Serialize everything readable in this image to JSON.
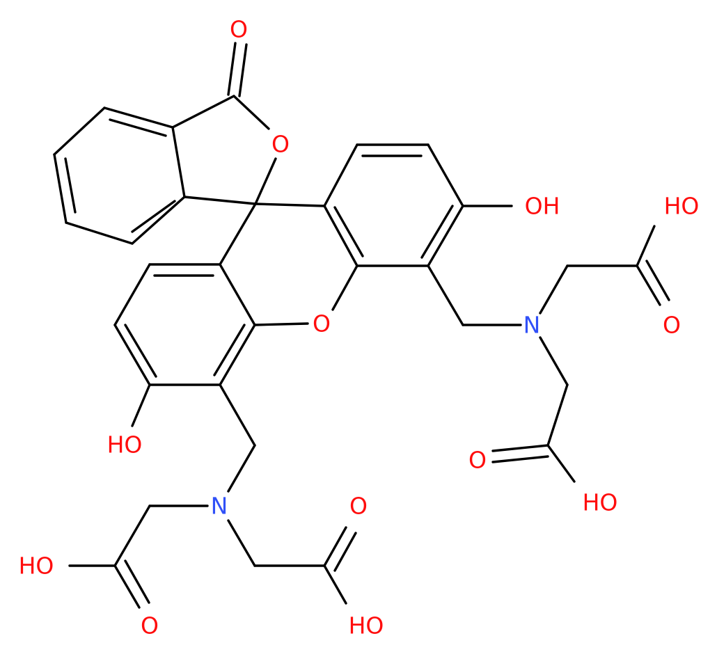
{
  "colors": {
    "bond": "#000000",
    "oxygen": "#ff0d0d",
    "nitrogen": "#3050f8",
    "background": "#ffffff"
  },
  "atoms": {
    "o_lactone_carbonyl": "O",
    "o_lactone_ring": "O",
    "o_xanthene": "O",
    "oh_right_phenol": "OH",
    "oh_left_phenol": "HO",
    "n_right": "N",
    "n_left": "N",
    "right_upper_acid_oh": "HO",
    "right_upper_acid_o": "O",
    "right_lower_acid_o": "O",
    "right_lower_acid_oh": "HO",
    "left_lower_acid_oh": "HO",
    "left_lower_acid_o": "O",
    "left_upper_acid_o": "O",
    "left_upper_acid_oh": "HO"
  }
}
